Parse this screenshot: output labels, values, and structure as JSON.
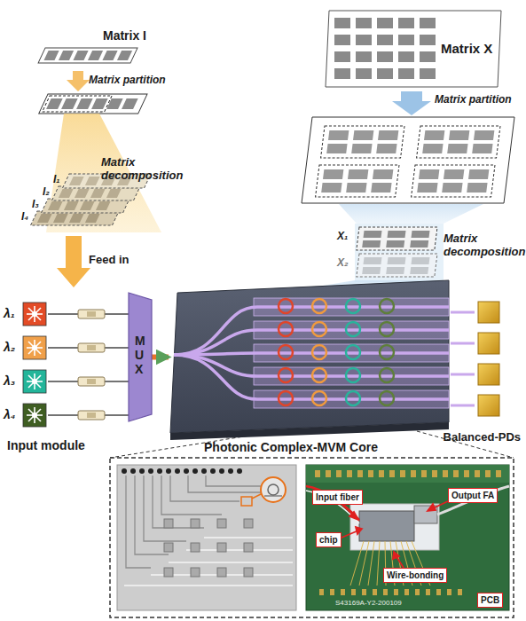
{
  "diagram": {
    "nodes": [
      {
        "text": [
          "Matrix I"
        ]
      },
      {
        "text": [
          "Matrix X"
        ]
      },
      {
        "text": [
          "λ₁"
        ]
      },
      {
        "text": [
          "λ₂"
        ]
      },
      {
        "text": [
          "λ₃"
        ]
      },
      {
        "text": [
          "λ₄"
        ]
      },
      {
        "text": [
          "MUX"
        ]
      },
      {
        "text": [
          "Photonic Complex-MVM Core"
        ]
      },
      {
        "text": [
          "Balanced-PDs"
        ]
      },
      {
        "text": [
          "Input fiber"
        ]
      },
      {
        "text": [
          "Output FA"
        ]
      },
      {
        "text": [
          "chip"
        ]
      },
      {
        "text": [
          "Wire-bonding"
        ]
      },
      {
        "text": [
          "PCB"
        ]
      }
    ],
    "edges": [
      {
        "from": 2,
        "to": 6,
        "arrow": "none"
      },
      {
        "from": 3,
        "to": 6,
        "arrow": "none"
      },
      {
        "from": 4,
        "to": 6,
        "arrow": "none"
      },
      {
        "from": 5,
        "to": 6,
        "arrow": "none"
      },
      {
        "from": 6,
        "to": 7,
        "arrow": "to"
      },
      {
        "from": 7,
        "to": 8,
        "arrow": "none"
      }
    ],
    "labels": [
      "Matrix partition",
      "Matrix decomposition",
      "I₁",
      "I₂",
      "I₃",
      "I₄",
      "Feed in",
      "Input module",
      "Matrix partition",
      "Matrix decomposition",
      "X₁",
      "X₂",
      "S43169A-Y2-200109"
    ]
  }
}
